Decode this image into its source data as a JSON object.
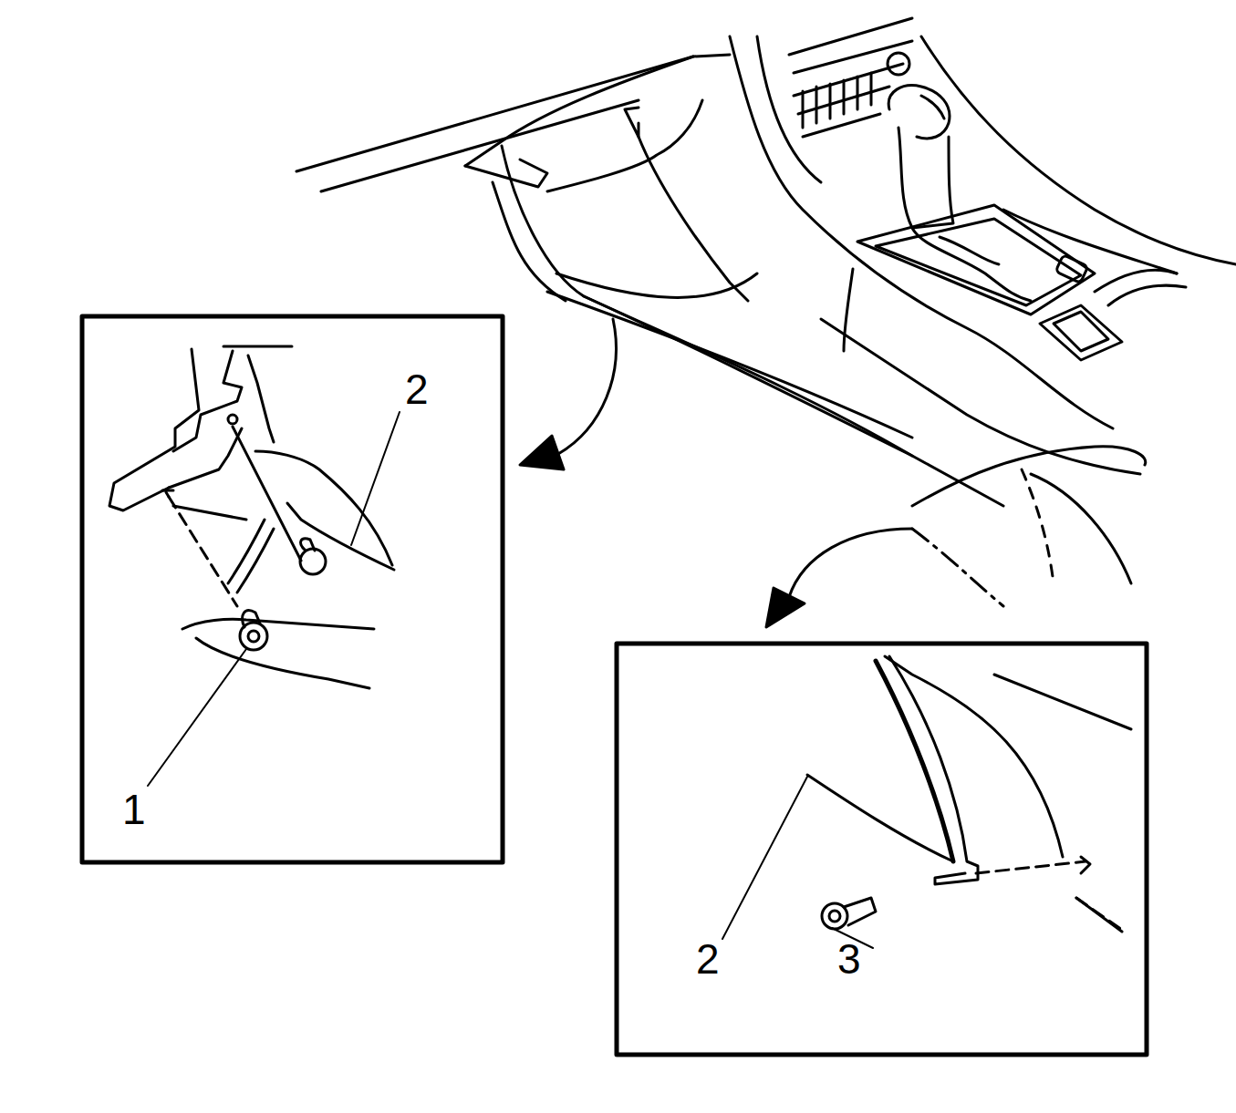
{
  "diagram": {
    "labels": [
      "2",
      "1",
      "2",
      "3"
    ]
  }
}
